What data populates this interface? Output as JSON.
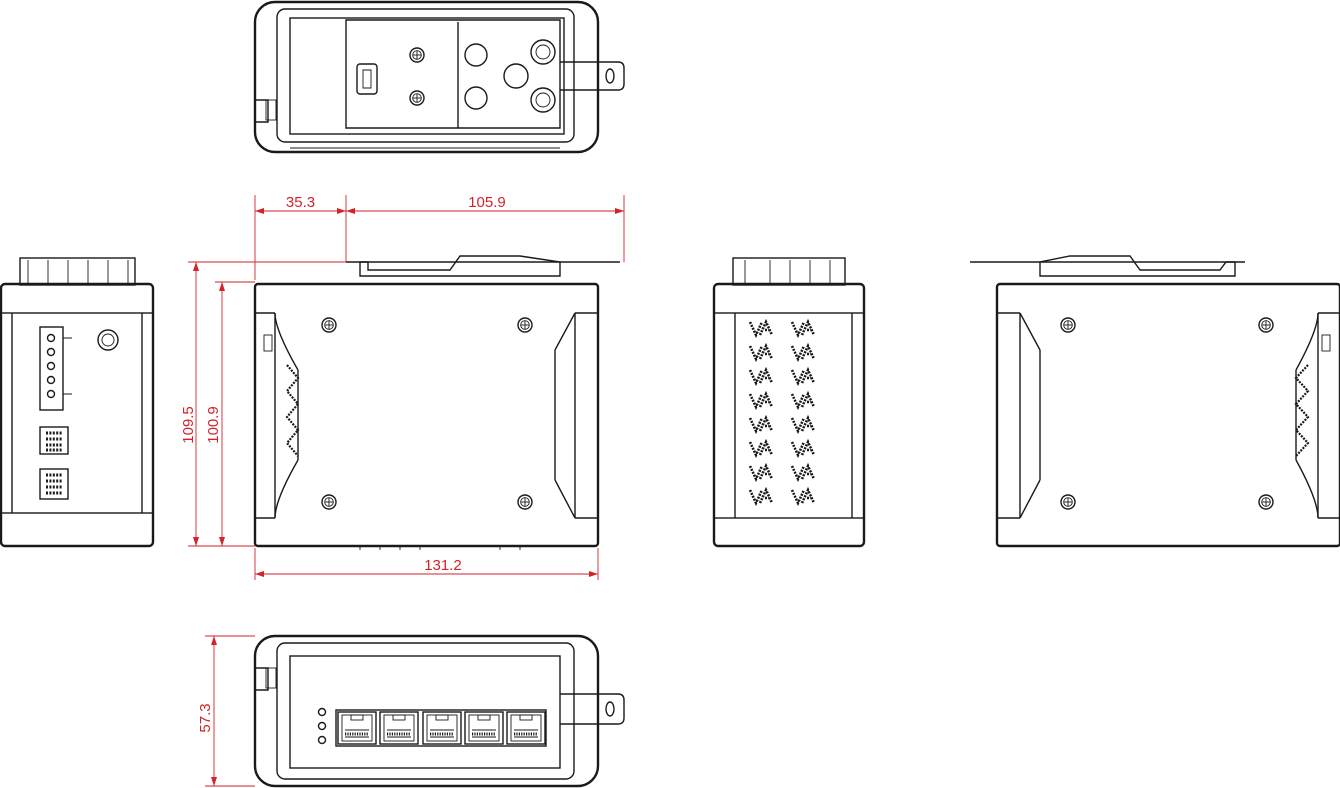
{
  "dimensions": {
    "bracket_offset": "35.3",
    "bracket_length": "105.9",
    "height_overall": "109.5",
    "height_body": "100.9",
    "width": "131.2",
    "depth": "57.3"
  },
  "colors": {
    "dimension": "#d2232a",
    "outline": "#1a1a1a",
    "background": "#ffffff"
  }
}
